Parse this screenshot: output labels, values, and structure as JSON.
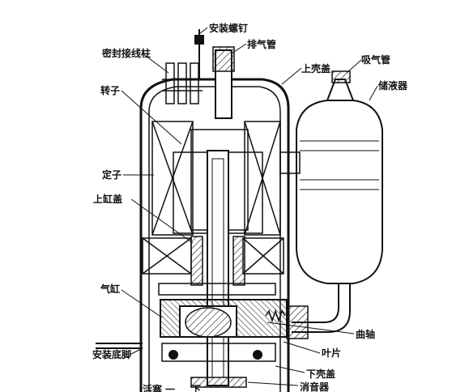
{
  "labels": {
    "mounting_nut": "安装螺钉",
    "sealed_terminal": "密封接线柱",
    "discharge_pipe": "排气管",
    "upper_shell_cover": "上壳盖",
    "suction_pipe": "吸气管",
    "accumulator": "储液器",
    "rotor": "转子",
    "stator": "定子",
    "upper_cylinder_cover": "上缸盖",
    "cylinder": "气缸",
    "crankshaft": "曲轴",
    "vane": "叶片",
    "mounting_base": "安装底脚",
    "lower_shell_cover": "下壳盖",
    "muffler": "消音器",
    "bottom_frag_1": "活塞",
    "bottom_frag_2": "一",
    "bottom_frag_3": "下"
  },
  "colors": {
    "line": "#111111",
    "hatch": "#333333",
    "background": "#ffffff"
  }
}
